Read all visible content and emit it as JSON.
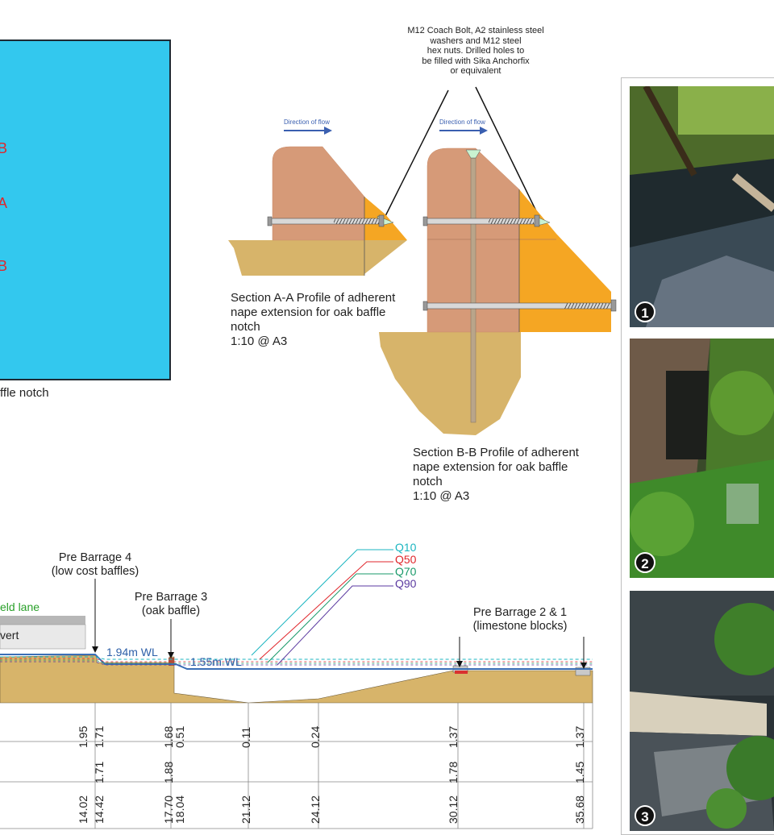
{
  "cyan_panel": {
    "section_marks": [
      "B",
      "A",
      "B"
    ],
    "caption": "ffle notch"
  },
  "bolt_note": "M12 Coach Bolt, A2 stainless steel\nwashers and M12 steel\nhex nuts. Drilled holes to\nbe filled with Sika Anchorfix\nor equivalent",
  "flow_labels": [
    "Direction of flow",
    "Direction of flow"
  ],
  "section_aa": {
    "label": "Section A-A Profile of adherent\nnape extension for oak baffle\nnotch\n1:10 @ A3"
  },
  "section_bb": {
    "label": "Section B-B Profile of adherent\nnape extension for oak baffle\nnotch\n1:10 @ A3"
  },
  "profile": {
    "barrage4": "Pre Barrage 4\n(low cost baffles)",
    "barrage3": "Pre Barrage 3\n(oak baffle)",
    "barrage21": "Pre Barrage 2 & 1\n(limestone blocks)",
    "lane": "eld lane",
    "culvert": "vert",
    "wl1": "1.94m WL",
    "wl2": "1.55m WL",
    "flows": [
      {
        "label": "Q10",
        "color": "#1bb5c0"
      },
      {
        "label": "Q50",
        "color": "#e0262b"
      },
      {
        "label": "Q70",
        "color": "#1a9a6a"
      },
      {
        "label": "Q90",
        "color": "#5b3aa0"
      }
    ]
  },
  "table": {
    "row1": [
      "1.95",
      "1.71",
      "1.68",
      "0.51",
      "0.11",
      "0.24",
      "1.37",
      "1.37"
    ],
    "row2": [
      "1.71",
      "1.88",
      "1.78",
      "1.45"
    ],
    "row3": [
      "14.02",
      "14.42",
      "17.70",
      "18.04",
      "21.12",
      "24.12",
      "30.12",
      "35.68"
    ]
  },
  "photos": [
    {
      "number": "1"
    },
    {
      "number": "2"
    },
    {
      "number": "3"
    }
  ]
}
